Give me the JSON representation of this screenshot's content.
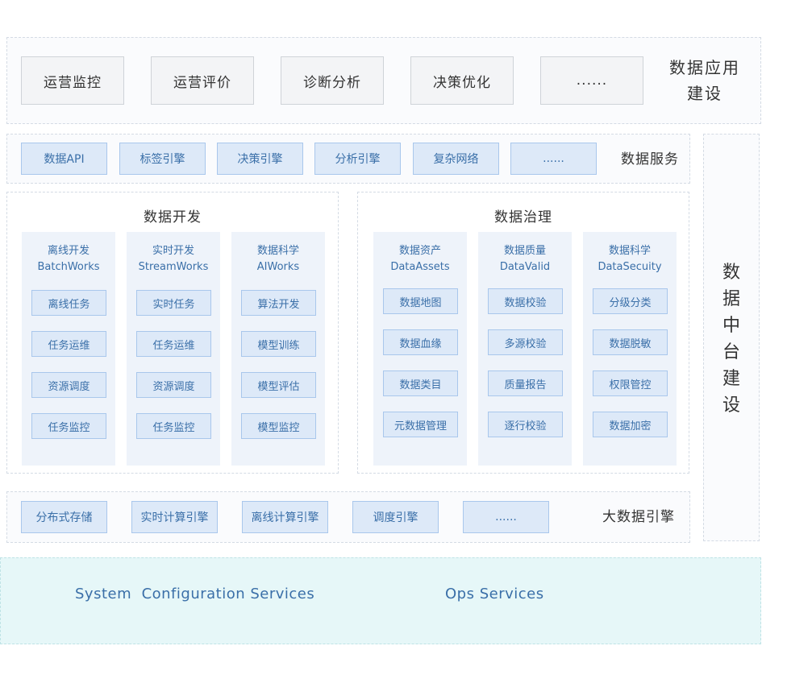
{
  "app_layer": {
    "items": [
      "运营监控",
      "运营评价",
      "诊断分析",
      "决策优化",
      "......"
    ],
    "title_line1": "数据应用",
    "title_line2": "建设"
  },
  "service_layer": {
    "items": [
      "数据API",
      "标签引擎",
      "决策引擎",
      "分析引擎",
      "复杂网络",
      "......"
    ],
    "title": "数据服务"
  },
  "dev_panel": {
    "title": "数据开发",
    "columns": [
      {
        "head_cn": "离线开发",
        "head_en": "BatchWorks",
        "items": [
          "离线任务",
          "任务运维",
          "资源调度",
          "任务监控"
        ]
      },
      {
        "head_cn": "实时开发",
        "head_en": "StreamWorks",
        "items": [
          "实时任务",
          "任务运维",
          "资源调度",
          "任务监控"
        ]
      },
      {
        "head_cn": "数据科学",
        "head_en": "AIWorks",
        "items": [
          "算法开发",
          "模型训练",
          "模型评估",
          "模型监控"
        ]
      }
    ]
  },
  "gov_panel": {
    "title": "数据治理",
    "columns": [
      {
        "head_cn": "数据资产",
        "head_en": "DataAssets",
        "items": [
          "数据地图",
          "数据血缘",
          "数据类目",
          "元数据管理"
        ]
      },
      {
        "head_cn": "数据质量",
        "head_en": "DataValid",
        "items": [
          "数据校验",
          "多源校验",
          "质量报告",
          "逐行校验"
        ]
      },
      {
        "head_cn": "数据科学",
        "head_en": "DataSecuity",
        "items": [
          "分级分类",
          "数据脱敏",
          "权限管控",
          "数据加密"
        ]
      }
    ]
  },
  "engine_layer": {
    "items": [
      "分布式存储",
      "实时计算引擎",
      "离线计算引擎",
      "调度引擎",
      "......"
    ],
    "title": "大数据引擎"
  },
  "middle_platform": {
    "chars": [
      "数",
      "据",
      "中",
      "台",
      "建",
      "设"
    ]
  },
  "bottom_band": {
    "left_text": "System  Configuration Services",
    "right_text": "Ops Services"
  },
  "colors": {
    "box_blue": "#dde9f8",
    "text_blue": "#3a6fa8",
    "band_cyan": "#e6f7f8"
  }
}
